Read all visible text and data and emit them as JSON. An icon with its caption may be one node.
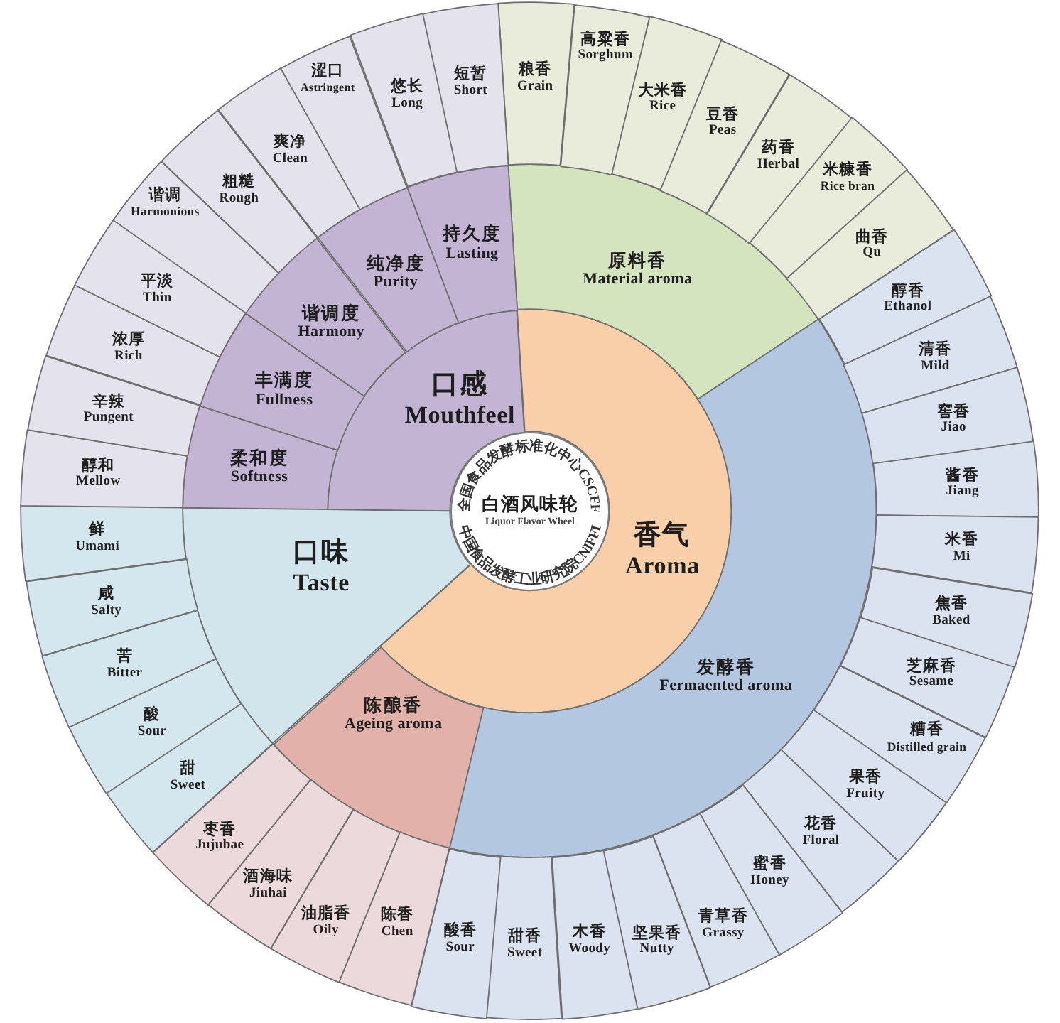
{
  "diagram": {
    "nodes": [
      {
        "text": [
          "全国食品发酵标准化中心CSCFF",
          "白酒风味轮",
          "Liquor Flavor Wheel",
          "中国食品发酵工业研究院CNIFFI"
        ]
      },
      {
        "text": [
          "香气",
          "Aroma"
        ]
      },
      {
        "text": [
          "口味",
          "Taste"
        ]
      },
      {
        "text": [
          "口感",
          "Mouthfeel"
        ]
      },
      {
        "text": [
          "原料香",
          "Material aroma"
        ]
      },
      {
        "text": [
          "发酵香",
          "Fermaented aroma"
        ]
      },
      {
        "text": [
          "陈酿香",
          "Ageing aroma"
        ]
      },
      {
        "text": [
          "柔和度",
          "Softness"
        ]
      },
      {
        "text": [
          "丰满度",
          "Fullness"
        ]
      },
      {
        "text": [
          "谐调度",
          "Harmony"
        ]
      },
      {
        "text": [
          "纯净度",
          "Purity"
        ]
      },
      {
        "text": [
          "持久度",
          "Lasting"
        ]
      },
      {
        "text": [
          "粮香",
          "Grain"
        ]
      },
      {
        "text": [
          "高粱香",
          "Sorghum"
        ]
      },
      {
        "text": [
          "大米香",
          "Rice"
        ]
      },
      {
        "text": [
          "豆香",
          "Peas"
        ]
      },
      {
        "text": [
          "药香",
          "Herbal"
        ]
      },
      {
        "text": [
          "米糠香",
          "Rice bran"
        ]
      },
      {
        "text": [
          "曲香",
          "Qu"
        ]
      },
      {
        "text": [
          "醇香",
          "Ethanol"
        ]
      },
      {
        "text": [
          "清香",
          "Mild"
        ]
      },
      {
        "text": [
          "窖香",
          "Jiao"
        ]
      },
      {
        "text": [
          "酱香",
          "Jiang"
        ]
      },
      {
        "text": [
          "米香",
          "Mi"
        ]
      },
      {
        "text": [
          "焦香",
          "Baked"
        ]
      },
      {
        "text": [
          "芝麻香",
          "Sesame"
        ]
      },
      {
        "text": [
          "糟香",
          "Distilled grain"
        ]
      },
      {
        "text": [
          "果香",
          "Fruity"
        ]
      },
      {
        "text": [
          "花香",
          "Floral"
        ]
      },
      {
        "text": [
          "蜜香",
          "Honey"
        ]
      },
      {
        "text": [
          "青草香",
          "Grassy"
        ]
      },
      {
        "text": [
          "坚果香",
          "Nutty"
        ]
      },
      {
        "text": [
          "木香",
          "Woody"
        ]
      },
      {
        "text": [
          "甜香",
          "Sweet"
        ]
      },
      {
        "text": [
          "酸香",
          "Sour"
        ]
      },
      {
        "text": [
          "陈香",
          "Chen"
        ]
      },
      {
        "text": [
          "油脂香",
          "Oily"
        ]
      },
      {
        "text": [
          "酒海味",
          "Jiuhai"
        ]
      },
      {
        "text": [
          "枣香",
          "Jujubae"
        ]
      },
      {
        "text": [
          "甜",
          "Sweet"
        ]
      },
      {
        "text": [
          "酸",
          "Sour"
        ]
      },
      {
        "text": [
          "苦",
          "Bitter"
        ]
      },
      {
        "text": [
          "咸",
          "Salty"
        ]
      },
      {
        "text": [
          "鲜",
          "Umami"
        ]
      },
      {
        "text": [
          "醇和",
          "Mellow"
        ]
      },
      {
        "text": [
          "辛辣",
          "Pungent"
        ]
      },
      {
        "text": [
          "浓厚",
          "Rich"
        ]
      },
      {
        "text": [
          "平淡",
          "Thin"
        ]
      },
      {
        "text": [
          "谐调",
          "Harmonious"
        ]
      },
      {
        "text": [
          "粗糙",
          "Rough"
        ]
      },
      {
        "text": [
          "爽净",
          "Clean"
        ]
      },
      {
        "text": [
          "涩口",
          "Astringent"
        ]
      },
      {
        "text": [
          "悠长",
          "Long"
        ]
      },
      {
        "text": [
          "短暂",
          "Short"
        ]
      }
    ]
  }
}
